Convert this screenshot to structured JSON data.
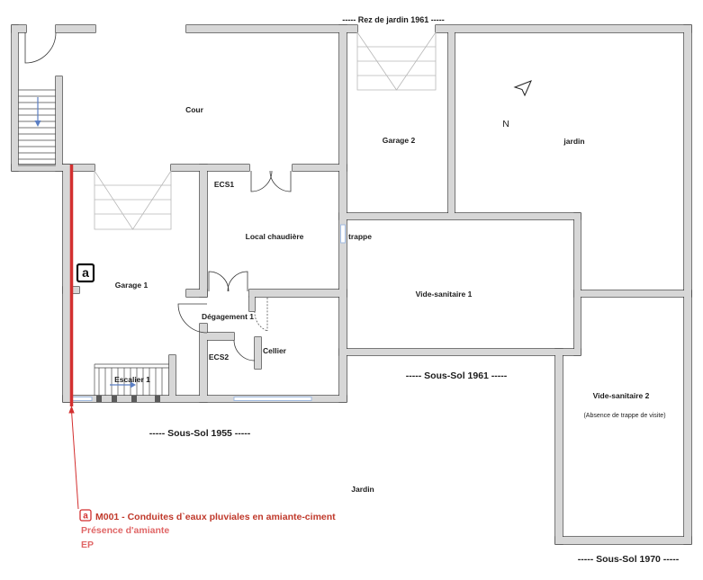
{
  "plan": {
    "levels": {
      "rez_de_jardin_1961": "----- Rez de jardin 1961 -----",
      "sous_sol_1961": "----- Sous-Sol 1961 -----",
      "sous_sol_1955": "----- Sous-Sol 1955 -----",
      "sous_sol_1970": "----- Sous-Sol 1970 -----"
    },
    "rooms": {
      "cour": "Cour",
      "garage_2": "Garage 2",
      "jardin_upper": "jardin",
      "ecs1": "ECS1",
      "local_chaudiere": "Local chaudière",
      "trappe": "trappe",
      "garage_1": "Garage 1",
      "vide_sanitaire_1": "Vide-sanitaire 1",
      "degagement_1": "Dégagement 1",
      "cellier": "Cellier",
      "ecs2": "ECS2",
      "escalier_1": "Escalier 1",
      "vide_sanitaire_2": "Vide-sanitaire 2",
      "vide_sanitaire_2_note": "(Absence de trappe de visite)",
      "jardin_lower": "Jardin"
    },
    "north_label": "N",
    "north_icon": "north-arrow-icon",
    "marker_letter": "a"
  },
  "legend": {
    "marker_letter": "a",
    "title": "M001 - Conduites d`eaux pluviales en amiante-ciment",
    "status": "Présence d'amiante",
    "code": "EP"
  },
  "colors": {
    "wall_fill": "#d7d7d7",
    "wall_stroke": "#2e2e2e",
    "asbestos_red": "#d32f2f",
    "legend_title": "#c0392b",
    "legend_text": "#e06666",
    "stair_arrow": "#5b7fc4",
    "window": "#9fb9df",
    "door_symbol": "#b8b8b8"
  }
}
